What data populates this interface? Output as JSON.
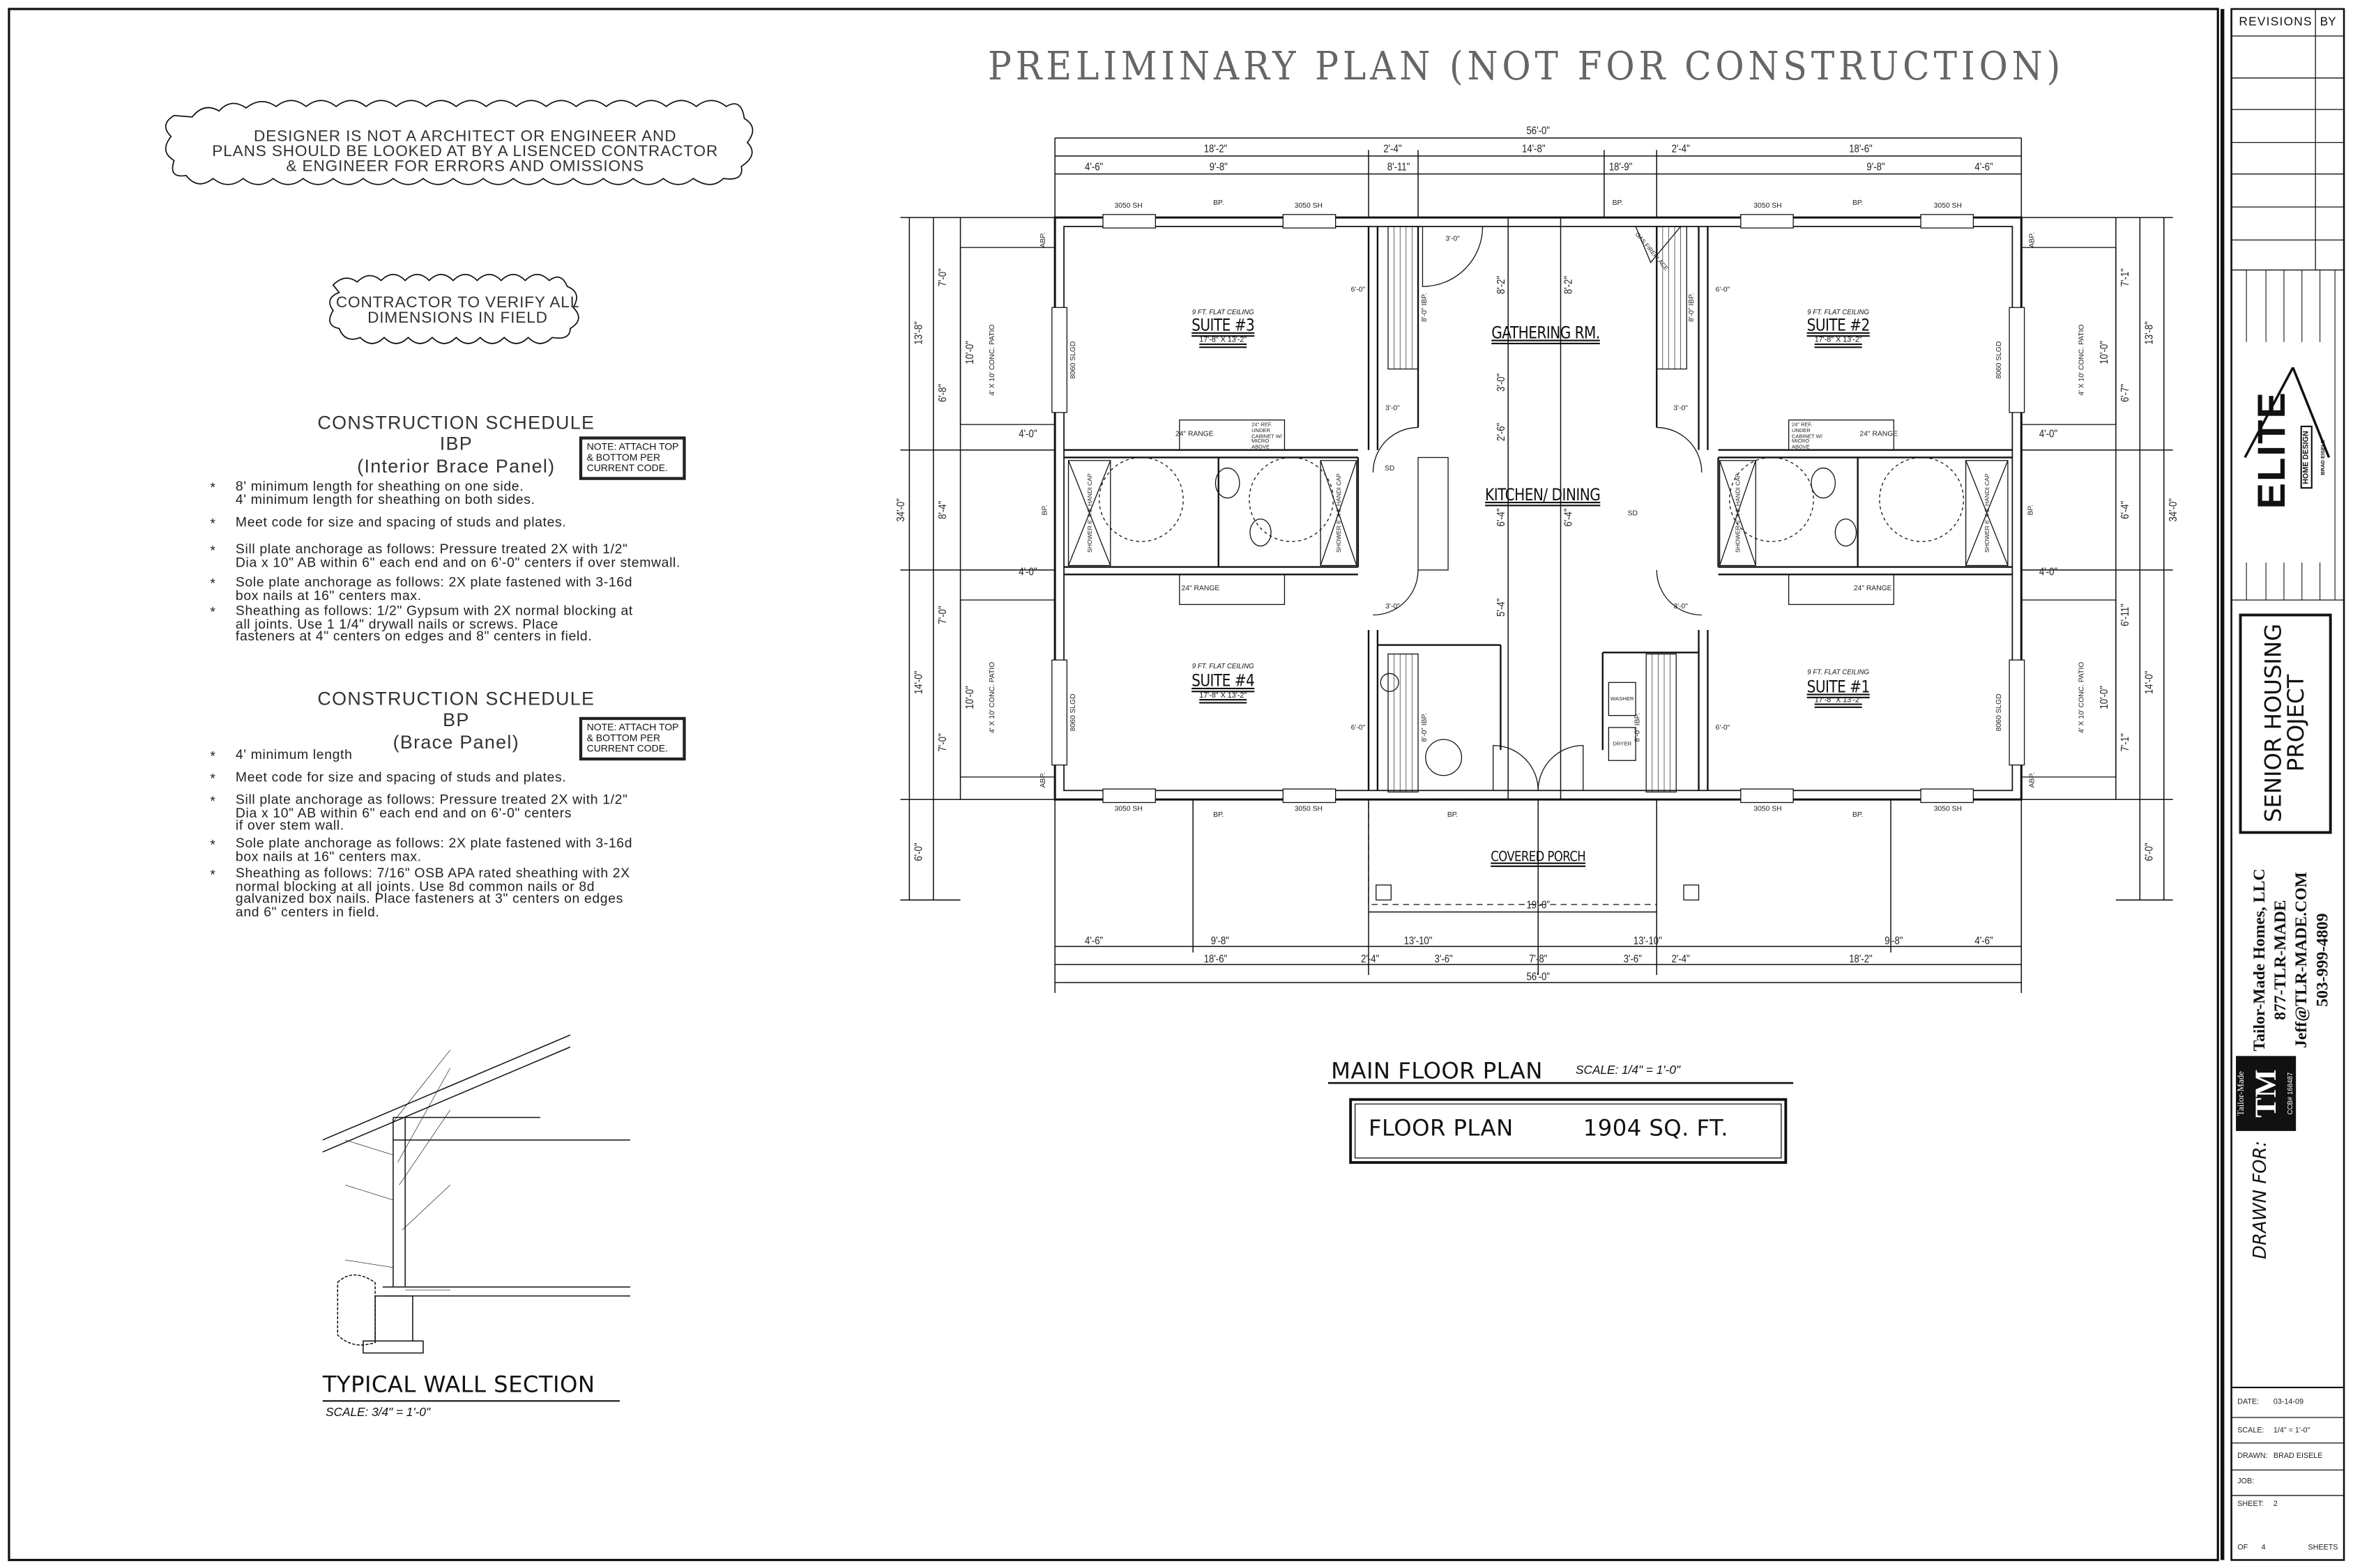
{
  "title": "PRELIMINARY PLAN (NOT FOR CONSTRUCTION)",
  "notes": {
    "designer": "DESIGNER IS NOT A ARCHITECT OR ENGINEER AND\nPLANS SHOULD BE LOOKED AT BY A LISENCED CONTRACTOR\n& ENGINEER FOR ERRORS AND OMISSIONS",
    "contractor": "CONTRACTOR TO VERIFY ALL\nDIMENSIONS IN FIELD"
  },
  "schedules": [
    {
      "heading": "CONSTRUCTION SCHEDULE",
      "code": "IBP",
      "name": "(Interior Brace Panel)",
      "note": "NOTE: ATTACH TOP\n& BOTTOM PER\nCURRENT CODE.",
      "bullet": "*",
      "items": [
        "8' minimum length for sheathing on one side.\n4' minimum length for sheathing on both sides.",
        "Meet code for size and spacing of studs and plates.",
        "Sill plate anchorage as follows: Pressure treated 2X with 1/2\"\nDia x 10\" AB within 6\" each end and on 6'-0\" centers if over stemwall.",
        "Sole plate anchorage as follows: 2X plate fastened with 3-16d\nbox nails at 16\" centers max.",
        "Sheathing as follows: 1/2\" Gypsum with 2X normal blocking at\nall joints. Use 1 1/4\" drywall nails or screws. Place\nfasteners at 4\" centers on edges and 8\" centers in field."
      ]
    },
    {
      "heading": "CONSTRUCTION SCHEDULE",
      "code": "BP",
      "name": "(Brace Panel)",
      "note": "NOTE: ATTACH TOP\n& BOTTOM PER\nCURRENT CODE.",
      "bullet": "*",
      "items": [
        "4' minimum length",
        "Meet code for size and spacing of studs and plates.",
        "Sill plate anchorage as follows: Pressure treated 2X with 1/2\"\nDia x 10\" AB within 6\" each end and on 6'-0\" centers\nif over stem wall.",
        "Sole plate anchorage as follows: 2X plate fastened with 3-16d\nbox nails at 16\" centers max.",
        "Sheathing as follows: 7/16\" OSB APA rated sheathing with 2X\nnormal blocking at all joints. Use 8d common nails or 8d\ngalvanized box nails. Place fasteners at 3\" centers on edges\nand 6\" centers in field."
      ]
    }
  ],
  "wall_section": {
    "title": "TYPICAL WALL SECTION",
    "scale": "SCALE: 3/4\" = 1'-0\""
  },
  "plan": {
    "title": "MAIN FLOOR PLAN",
    "scale": "SCALE: 1/4\" = 1'-0\"",
    "area_label": "FLOOR PLAN",
    "area_value": "1904 SQ. FT.",
    "ceiling": "9 FT. FLAT CEILING",
    "suites": [
      {
        "name": "SUITE #3",
        "size": "17'-8\" X 13'-2\""
      },
      {
        "name": "SUITE #2",
        "size": "17'-8\" X 13'-2\""
      },
      {
        "name": "SUITE #4",
        "size": "17'-8\" X 13'-2\""
      },
      {
        "name": "SUITE #1",
        "size": "17'-8\" X 13'-2\""
      }
    ],
    "rooms": {
      "gathering": "GATHERING RM.",
      "kitchen": "KITCHEN/ DINING",
      "porch": "COVERED PORCH"
    },
    "labels": {
      "window": "3050 SH",
      "bp": "BP.",
      "abp": "ABP.",
      "ibp": "8'-0\" IBP.",
      "slider": "8060 SLGD",
      "patio": "4' X 10' CONC. PATIO",
      "range": "24\" RANGE",
      "ref": "24\" REF. UNDER CABINET W/ MICRO ABOVE",
      "shower": "SHOWER 6' X 3' HANDI CAP",
      "fireplace": "GAS FIREPLACE",
      "door3": "3'-0\"",
      "door6": "6'-0\"",
      "washer": "WASHER",
      "dryer": "DRYER",
      "sd": "SD"
    },
    "dims_top": {
      "overall": "56'-0\"",
      "row2": [
        "18'-2\"",
        "2'-4\"",
        "14'-8\"",
        "2'-4\"",
        "18'-6\""
      ],
      "row3": [
        "4'-6\"",
        "9'-8\"",
        "8'-11\"",
        "18'-9\"",
        "9'-8\"",
        "4'-6\""
      ]
    },
    "dims_bottom": {
      "porch": "19'-0\"",
      "row1": [
        "4'-6\"",
        "9'-8\"",
        "13'-10\"",
        "13'-10\"",
        "9'-8\"",
        "4'-6\""
      ],
      "row2": [
        "18'-6\"",
        "2'-4\"",
        "3'-6\"",
        "7'-8\"",
        "3'-6\"",
        "2'-4\"",
        "18'-2\""
      ],
      "overall": "56'-0\""
    },
    "dims_left": [
      "7'-0\"",
      "13'-8\"",
      "10'-0\"",
      "6'-8\"",
      "4'-0\"",
      "34'-0\"",
      "8'-4\"",
      "4'-0\"",
      "7'-0\"",
      "14'-0\"",
      "10'-0\"",
      "7'-0\"",
      "6'-0\""
    ],
    "dims_right": [
      "7'-1\"",
      "13'-8\"",
      "10'-0\"",
      "6'-7\"",
      "4'-0\"",
      "34'-0\"",
      "6'-4\"",
      "4'-0\"",
      "6'-11\"",
      "14'-0\"",
      "10'-0\"",
      "7'-1\"",
      "6'-0\""
    ],
    "dims_center": [
      "8'-2\"",
      "3'-0\"",
      "2'-6\"",
      "6'-4\"",
      "5'-4\""
    ]
  },
  "title_block": {
    "revisions": "REVISIONS",
    "by": "BY",
    "logo_text": "ELITE",
    "logo_sub": "HOME DESIGN",
    "logo_owner": "BRAD EISELE",
    "project": "SENIOR HOUSING\nPROJECT",
    "drawn_for": "DRAWN FOR:",
    "client_logo_top": "Tailor-Made",
    "client_logo_mark": "TM",
    "client_logo_ccb": "CCB# 168487",
    "client": [
      "Tailor-Made Homes, LLC",
      "877-TLR-MADE",
      "Jeff@TLR-MADE.COM",
      "503-999-4809"
    ],
    "fields": [
      {
        "label": "DATE:",
        "value": "03-14-09"
      },
      {
        "label": "SCALE:",
        "value": "1/4\" = 1'-0\""
      },
      {
        "label": "DRAWN:",
        "value": "BRAD EISELE"
      },
      {
        "label": "JOB:",
        "value": ""
      },
      {
        "label": "SHEET:",
        "value": "2"
      }
    ],
    "of_label": "OF",
    "of_value": "4",
    "sheets_label": "SHEETS"
  }
}
